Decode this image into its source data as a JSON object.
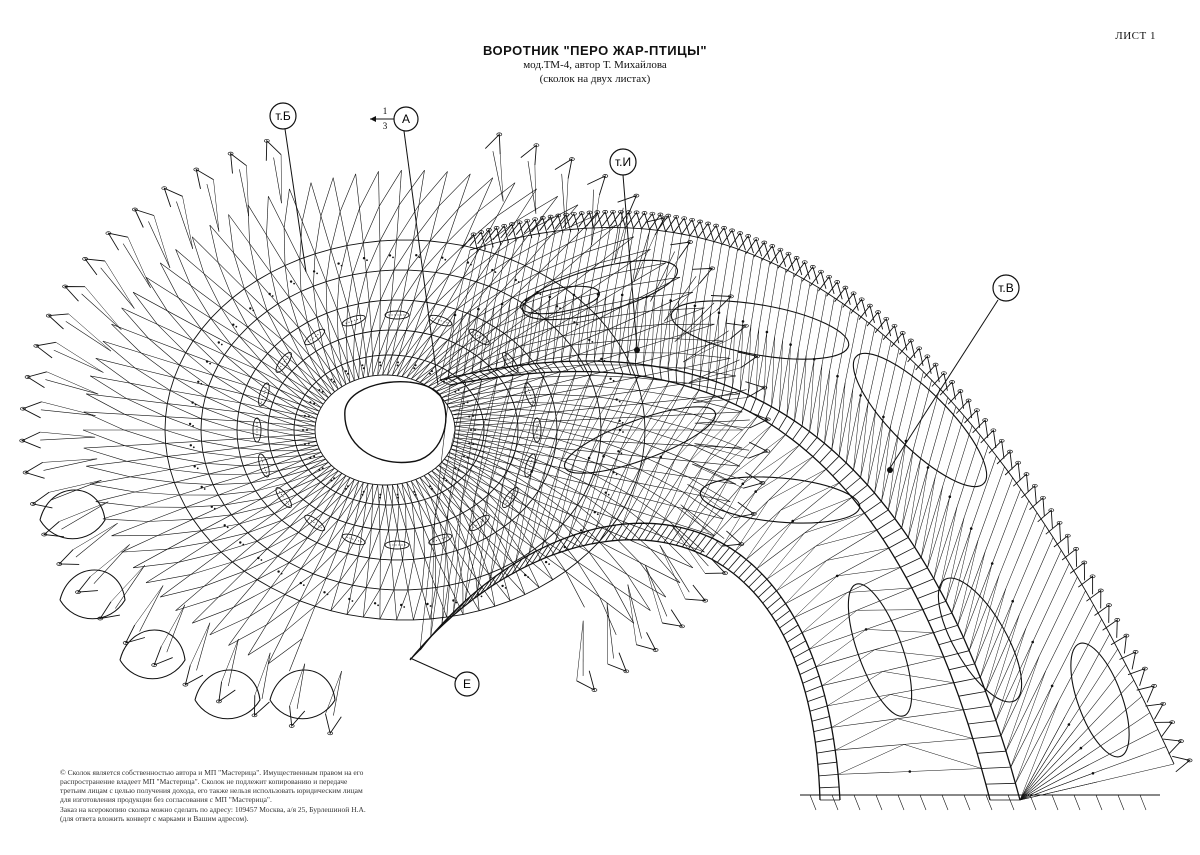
{
  "header": {
    "sheet_label": "ЛИСТ 1",
    "title": "ВОРОТНИК \"ПЕРО ЖАР-ПТИЦЫ\"",
    "subtitle": "мод.ТМ-4, автор Т. Михайлова",
    "note": "(сколок на двух листах)"
  },
  "markers": [
    {
      "id": "tb",
      "label": "т.Б"
    },
    {
      "id": "a",
      "label": "А"
    },
    {
      "id": "ti",
      "label": "т.И"
    },
    {
      "id": "tv",
      "label": "т.В"
    },
    {
      "id": "e",
      "label": "Е"
    }
  ],
  "fraction": {
    "numerator": "1",
    "denominator": "3"
  },
  "copyright": {
    "paragraph1": "© Сколок является собственностью автора и МП \"Мастерица\". Имущественным правом на его распространение владеет МП \"Мастерица\". Сколок не подлежит копированию и передаче третьим лицам с целью получения дохода, его также нельзя использовать юридическим лицам для изготовления продукции без согласования с МП \"Мастерица\".",
    "paragraph2": "Заказ на ксерокопию сколка можно сделать по адресу: 109457 Москва, а/я 25, Бурлешиной Н.А. (для ответа вложить конверт с марками и Вашим адресом)."
  },
  "colors": {
    "ink": "#111111",
    "paper": "#ffffff"
  }
}
